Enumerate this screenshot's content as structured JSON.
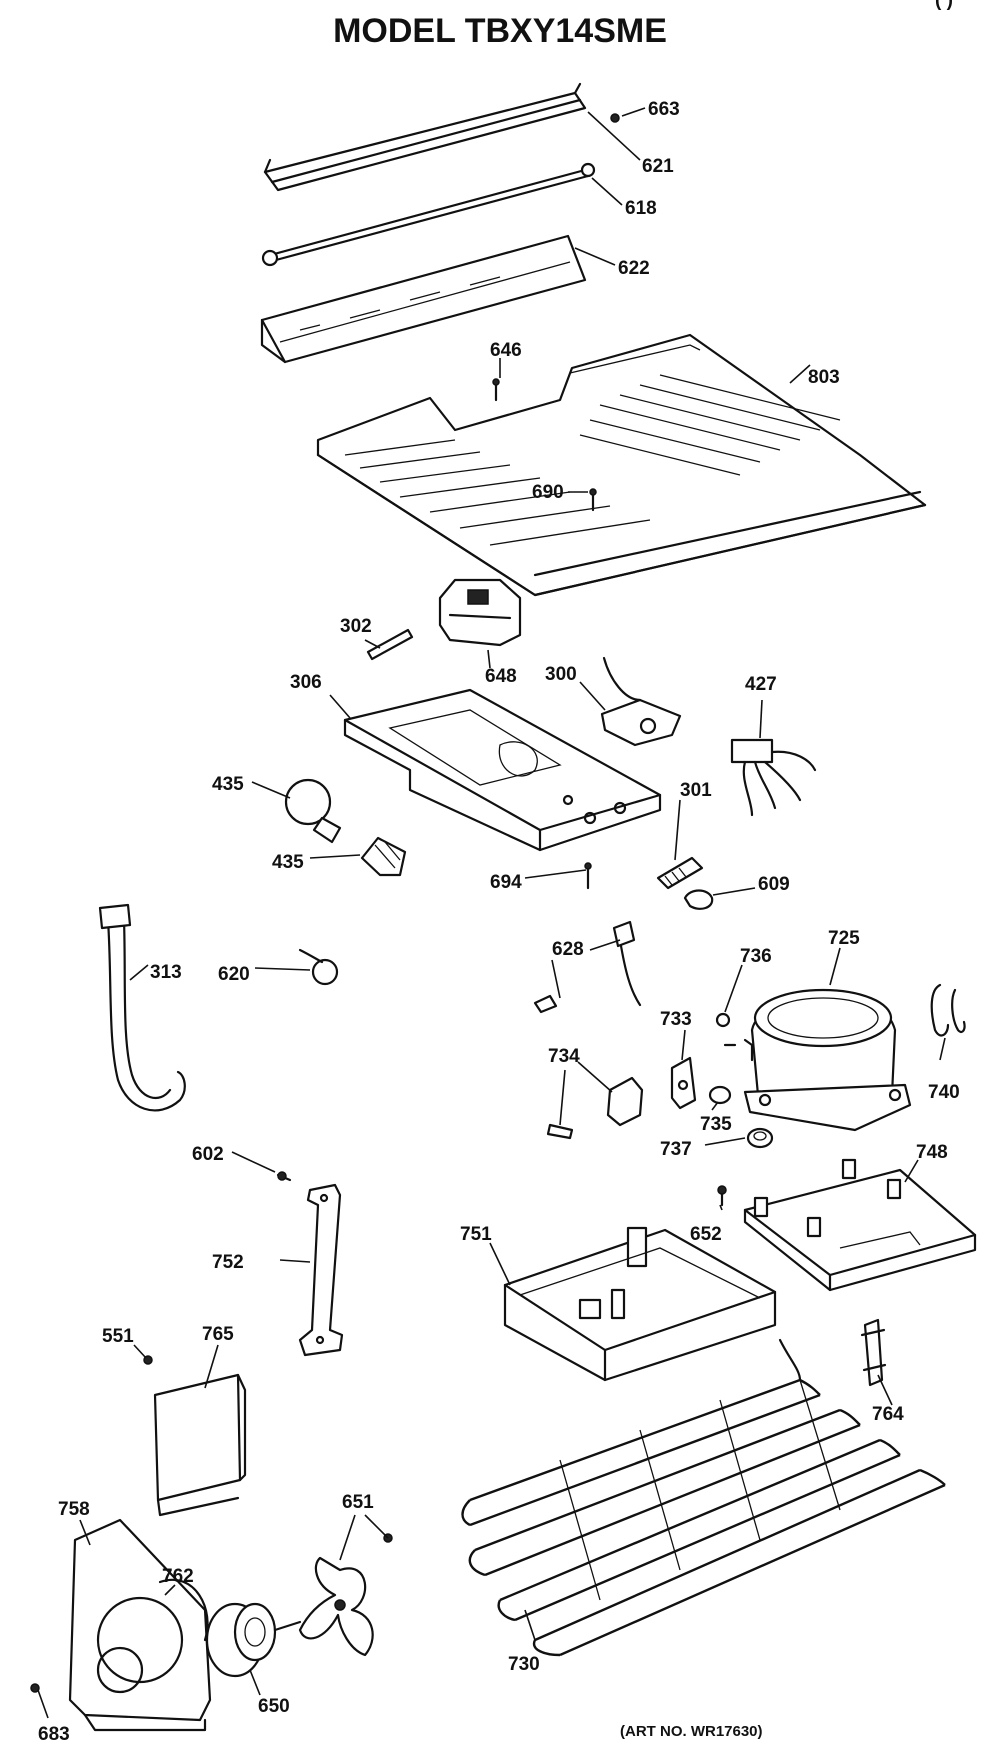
{
  "title": "MODEL TBXY14SME",
  "corner_mark": "( )",
  "art_number": "(ART NO. WR17630)",
  "callouts": [
    "663",
    "621",
    "618",
    "622",
    "646",
    "803",
    "690",
    "302",
    "648",
    "300",
    "427",
    "306",
    "435",
    "301",
    "435",
    "694",
    "609",
    "313",
    "620",
    "628",
    "736",
    "725",
    "733",
    "740",
    "734",
    "735",
    "737",
    "602",
    "748",
    "652",
    "751",
    "752",
    "551",
    "765",
    "764",
    "758",
    "651",
    "762",
    "730",
    "650",
    "683"
  ]
}
